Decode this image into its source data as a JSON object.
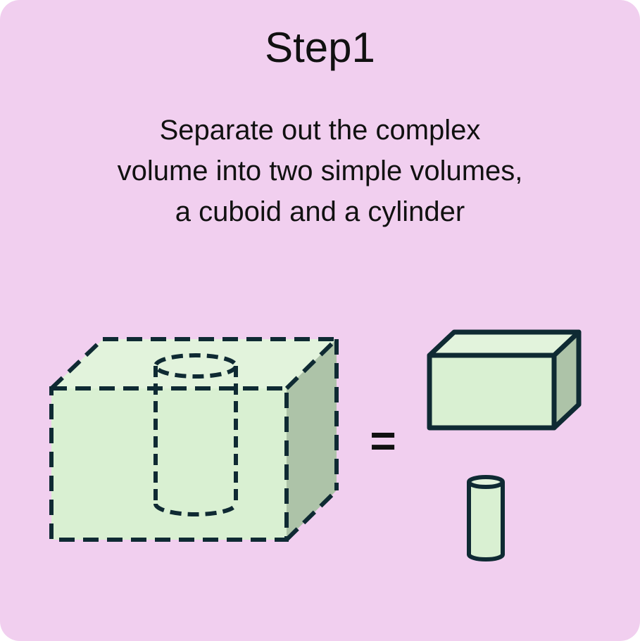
{
  "card": {
    "title": "Step1",
    "description_lines": [
      "Separate out the complex",
      "volume into two simple volumes,",
      "a cuboid and a cylinder"
    ]
  },
  "diagram": {
    "equals_symbol": "=",
    "composite_shape": "cuboid with embedded cylinder (dashed outline)",
    "result_shapes": [
      "cuboid",
      "cylinder"
    ]
  },
  "colors": {
    "background": "#f1cfef",
    "fill_light": "#d9f0d2",
    "fill_top": "#e2f3dc",
    "fill_side": "#adc3a8",
    "stroke": "#0f2a33"
  }
}
